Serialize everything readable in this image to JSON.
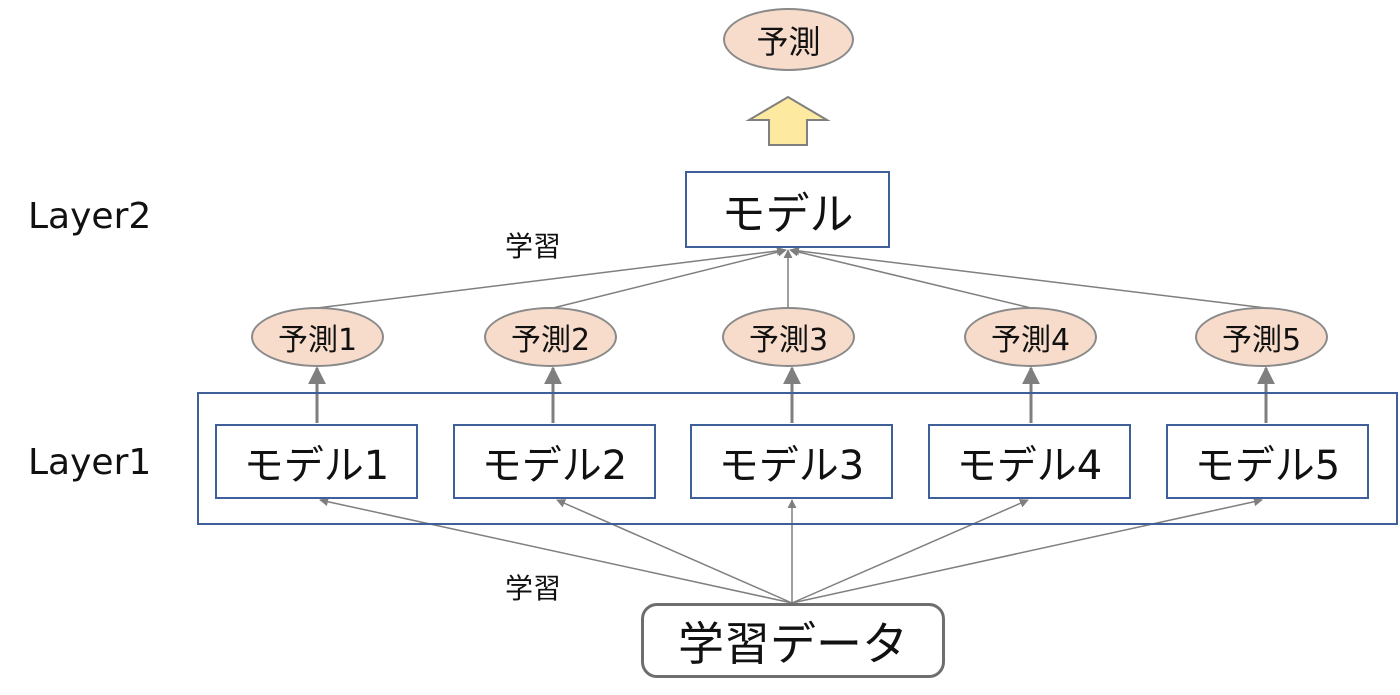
{
  "layers": {
    "layer2": "Layer2",
    "layer1": "Layer1"
  },
  "edge_labels": {
    "upper": "学習",
    "lower": "学習"
  },
  "final_prediction": "予測",
  "meta_model": "モデル",
  "predictions": [
    "予測1",
    "予測2",
    "予測3",
    "予測4",
    "予測5"
  ],
  "base_models": [
    "モデル1",
    "モデル2",
    "モデル3",
    "モデル4",
    "モデル5"
  ],
  "training_data": "学習データ",
  "colors": {
    "box_border": "#3f5f9a",
    "oval_fill": "#f8dccb",
    "arrow": "#7f7f7f",
    "up_arrow_fill": "#fdeaa0"
  }
}
